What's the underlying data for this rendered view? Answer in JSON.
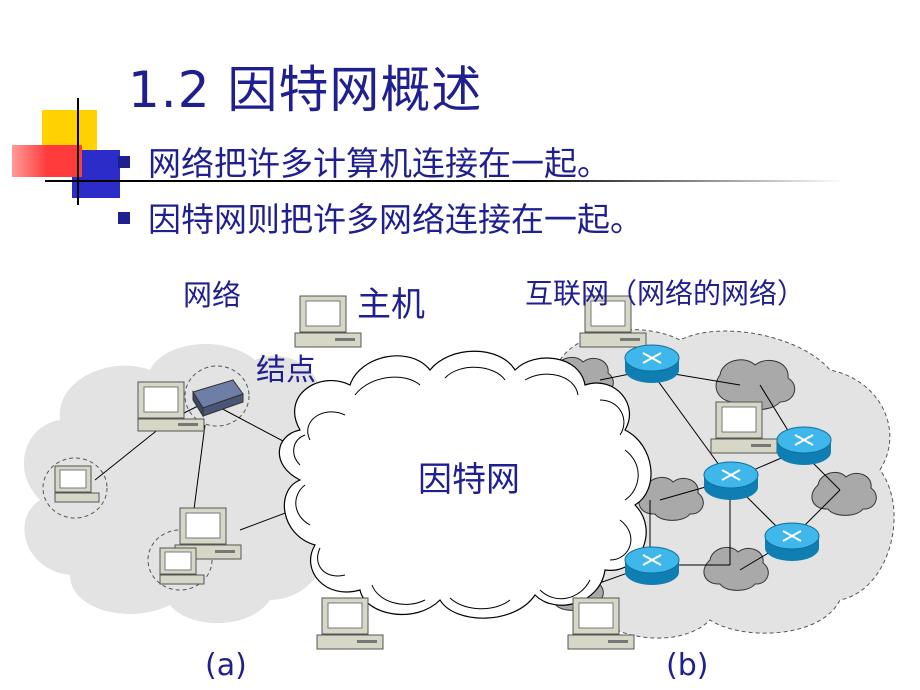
{
  "slide": {
    "title": "1.2  因特网概述",
    "bullets": [
      "网络把许多计算机连接在一起。",
      "因特网则把许多网络连接在一起。"
    ]
  },
  "diagram": {
    "labels": {
      "network": "网络",
      "host": "主机",
      "node": "结点",
      "internet": "因特网",
      "internetwork": "互联网（网络的网络）",
      "part_a": "(a)",
      "part_b": "(b)"
    },
    "colors": {
      "text": "#1f1f8f",
      "cloud_gray": "#e3e3e3",
      "cloud_dark": "#a9a9a9",
      "router_blue": "#1a9fd8",
      "logo_yellow": "#ffd200",
      "logo_red": "#ff3b3b",
      "logo_blue": "#2c2cc8"
    },
    "icons": [
      "computer-icon",
      "router-icon",
      "hub-icon",
      "cloud-icon"
    ]
  }
}
